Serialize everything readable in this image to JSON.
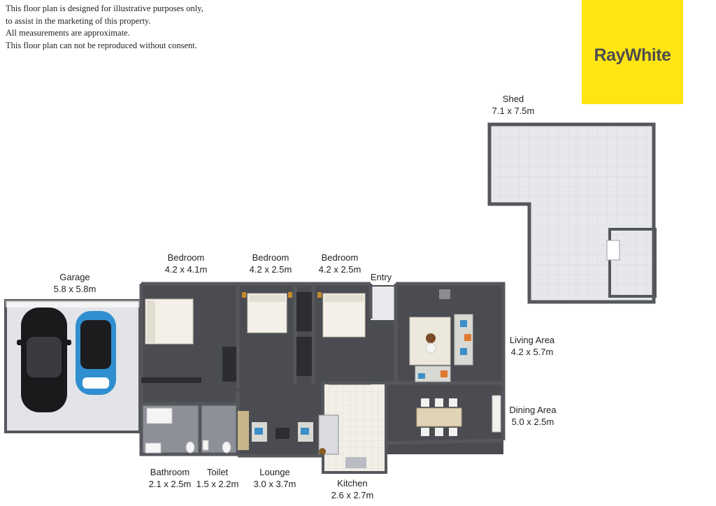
{
  "disclaimer": [
    "This floor plan is designed for illustrative purposes only,",
    "to assist in the marketing of this property.",
    "All measurements are approximate.",
    "This floor plan can not be reproduced without consent."
  ],
  "brand": {
    "name": "RayWhite",
    "color": "#ffe512",
    "text_color": "#4d4d4f"
  },
  "rooms": {
    "shed": {
      "name": "Shed",
      "size": "7.1 x 7.5m"
    },
    "garage": {
      "name": "Garage",
      "size": "5.8 x 5.8m"
    },
    "bedroom1": {
      "name": "Bedroom",
      "size": "4.2 x 4.1m"
    },
    "bedroom2": {
      "name": "Bedroom",
      "size": "4.2 x 2.5m"
    },
    "bedroom3": {
      "name": "Bedroom",
      "size": "4.2 x 2.5m"
    },
    "entry": {
      "name": "Entry"
    },
    "living": {
      "name": "Living Area",
      "size": "4.2 x 5.7m"
    },
    "dining": {
      "name": "Dining Area",
      "size": "5.0 x 2.5m"
    },
    "bathroom": {
      "name": "Bathroom",
      "size": "2.1 x 2.5m"
    },
    "toilet": {
      "name": "Toilet",
      "size": "1.5 x 2.2m"
    },
    "lounge": {
      "name": "Lounge",
      "size": "3.0 x 3.7m"
    },
    "kitchen": {
      "name": "Kitchen",
      "size": "2.6 x 2.7m"
    }
  },
  "colors": {
    "floor_dark": "#4a4c52",
    "floor_light": "#e2e4e8",
    "wall": "#55575d",
    "car_black": "#1a1a1c",
    "car_blue": "#2f8fd0"
  }
}
